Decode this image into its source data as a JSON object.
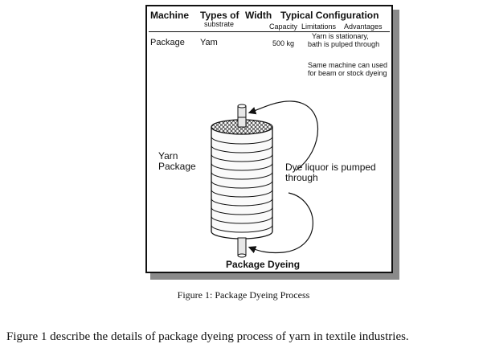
{
  "table": {
    "headers": {
      "machine": "Machine",
      "types_of": "Types of",
      "substrate": "substrate",
      "width": "Width",
      "typical_configuration": "Typical Configuration",
      "capacity": "Capacity",
      "limitations": "Limitations",
      "advantages": "Advantages"
    },
    "row": {
      "machine": "Package",
      "substrate": "Yam",
      "capacity": "500 kg",
      "config_line1": "Yarn is stationary,",
      "config_line2": "bath is pulped through"
    }
  },
  "diagram": {
    "note": "Same machine can used for beam or stock dyeing",
    "yarn_label": "Yarn Package",
    "flow_label": "Dye liquor is pumped through",
    "title": "Package Dyeing"
  },
  "caption": "Figure 1: Package Dyeing Process",
  "paragraph": "Figure 1 describe the details of package dyeing process of yarn in textile industries."
}
